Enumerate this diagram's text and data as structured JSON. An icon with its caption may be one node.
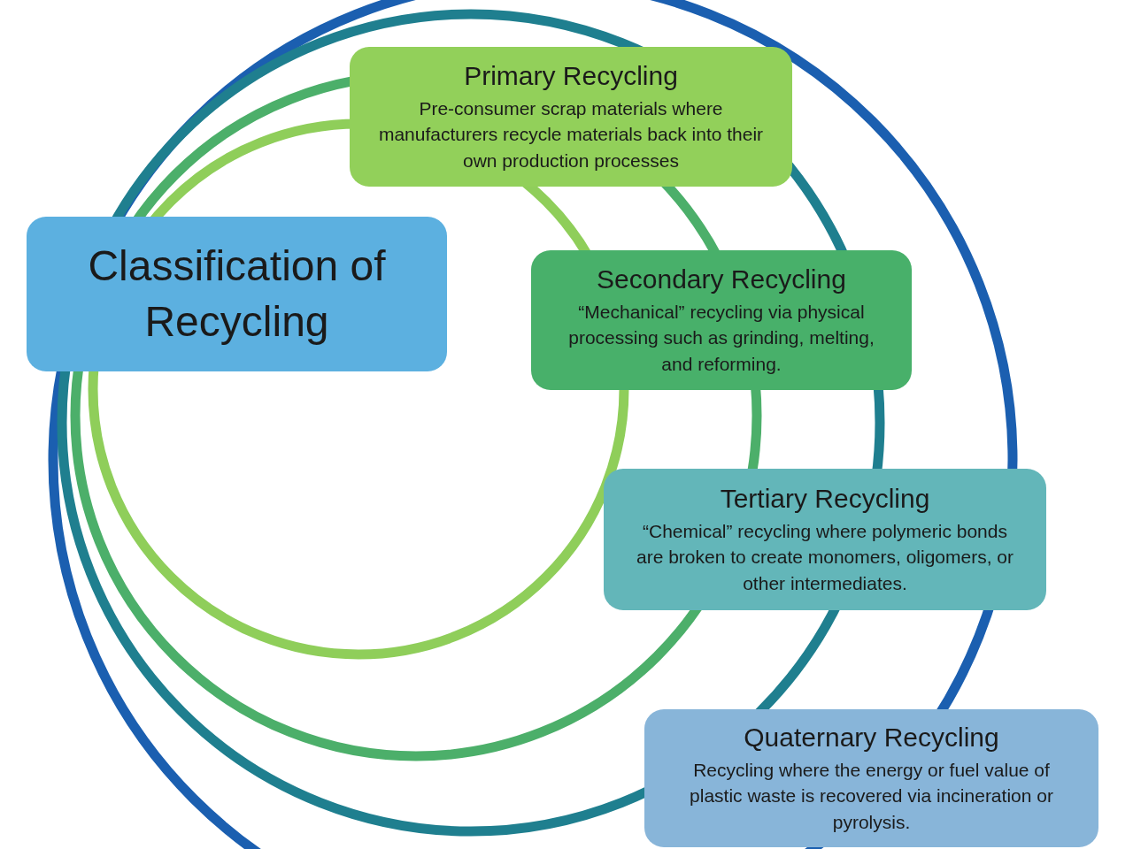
{
  "diagram": {
    "nodes": [
      {
        "text": [
          "Classification of Recycling"
        ]
      },
      {
        "text": [
          "Primary Recycling",
          "Pre-consumer scrap materials where manufacturers recycle materials back into their own production processes"
        ]
      },
      {
        "text": [
          "Secondary Recycling",
          "“Mechanical” recycling via physical processing such as grinding, melting, and reforming."
        ]
      },
      {
        "text": [
          "Tertiary Recycling",
          "“Chemical” recycling where polymeric bonds are broken to create monomers, oligomers, or other intermediates."
        ]
      },
      {
        "text": [
          "Quaternary Recycling",
          "Recycling where the energy or fuel value of plastic waste is recovered via incineration or pyrolysis."
        ]
      }
    ]
  }
}
